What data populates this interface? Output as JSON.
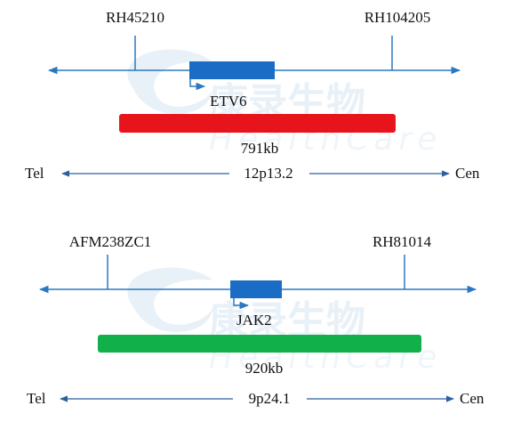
{
  "panels": [
    {
      "markers": [
        "RH45210",
        "RH104205"
      ],
      "gene": "ETV6",
      "probe_size": "791kb",
      "band": "12p13.2",
      "tel": "Tel",
      "cen": "Cen",
      "probe_color": "#e8141c"
    },
    {
      "markers": [
        "AFM238ZC1",
        "RH81014"
      ],
      "gene": "JAK2",
      "probe_size": "920kb",
      "band": "9p24.1",
      "tel": "Tel",
      "cen": "Cen",
      "probe_color": "#12b04a"
    }
  ],
  "colors": {
    "line": "#2a78c0",
    "gene_box": "#1a6cc4",
    "watermark": "#cfe0ef"
  },
  "watermark": {
    "brand_cn": "康录生物",
    "brand_en": "HealthCare"
  }
}
